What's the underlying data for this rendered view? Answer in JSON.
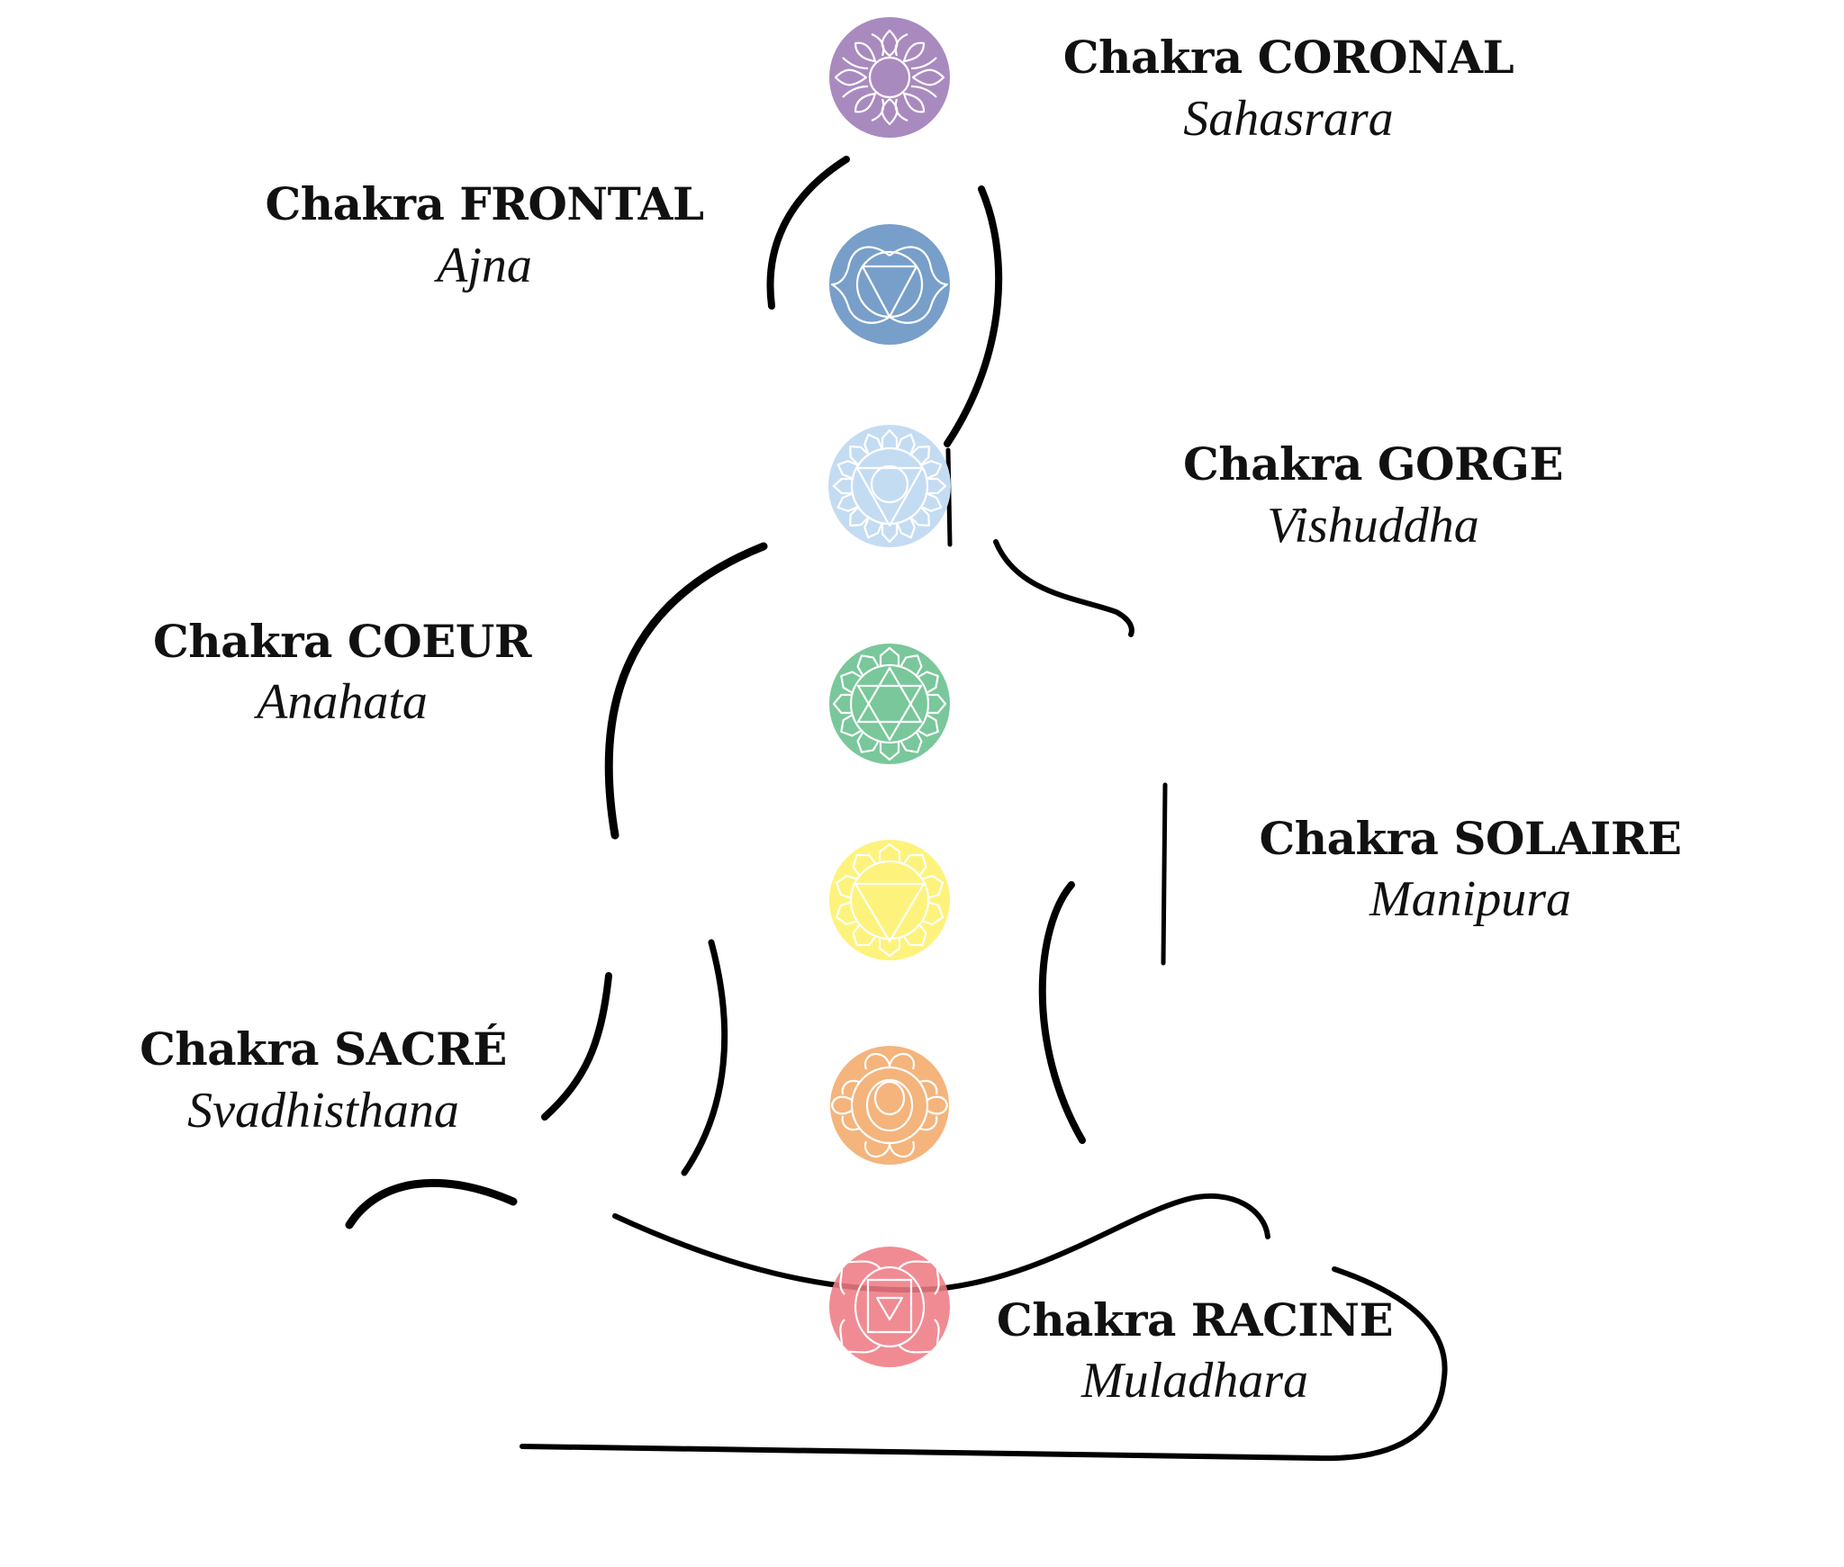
{
  "diagram": {
    "title": "Les 7 chakras",
    "figure": "seated meditation silhouette",
    "line_color": "#000000",
    "background": "#ffffff",
    "chakras": [
      {
        "id": "coronal",
        "title": "Chakra CORONAL",
        "sanskrit": "Sahasrara",
        "color": "#a98abf",
        "symbol": "thousand-petal-lotus-icon",
        "label_side": "right"
      },
      {
        "id": "frontal",
        "title": "Chakra FRONTAL",
        "sanskrit": "Ajna",
        "color": "#789fc9",
        "symbol": "two-petal-triangle-icon",
        "label_side": "left"
      },
      {
        "id": "gorge",
        "title": "Chakra GORGE",
        "sanskrit": "Vishuddha",
        "color": "#c4dcf2",
        "symbol": "sixteen-petal-triangle-icon",
        "label_side": "right"
      },
      {
        "id": "coeur",
        "title": "Chakra COEUR",
        "sanskrit": "Anahata",
        "color": "#79c79a",
        "symbol": "twelve-petal-hexagram-icon",
        "label_side": "left"
      },
      {
        "id": "solaire",
        "title": "Chakra SOLAIRE",
        "sanskrit": "Manipura",
        "color": "#fdf37c",
        "symbol": "ten-petal-triangle-icon",
        "label_side": "right"
      },
      {
        "id": "sacre",
        "title": "Chakra SACRÉ",
        "sanskrit": "Svadhisthana",
        "color": "#f4b47c",
        "symbol": "six-petal-crescent-icon",
        "label_side": "left"
      },
      {
        "id": "racine",
        "title": "Chakra RACINE",
        "sanskrit": "Muladhara",
        "color": "#ef7b84",
        "symbol": "four-petal-square-icon",
        "label_side": "right"
      }
    ]
  }
}
